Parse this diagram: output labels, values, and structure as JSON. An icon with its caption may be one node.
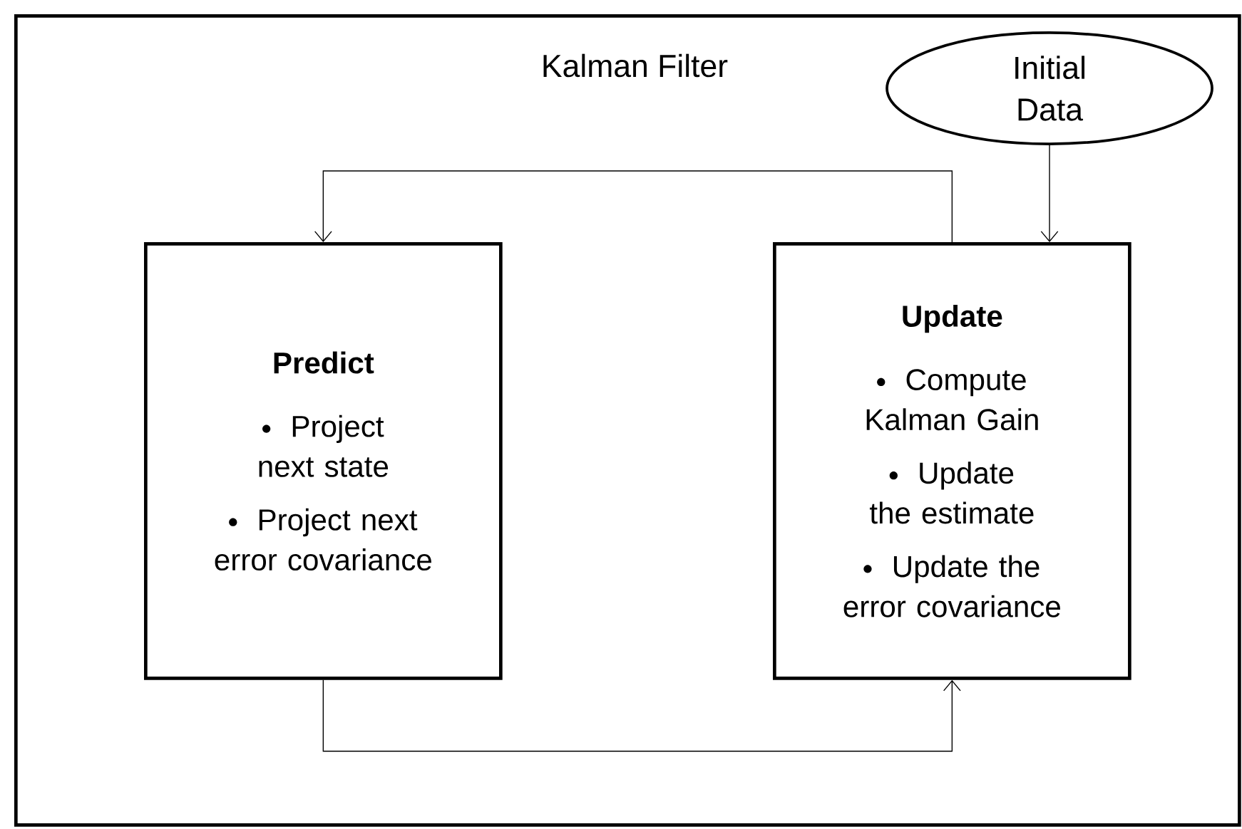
{
  "diagram": {
    "nodes": [
      {
        "text": [
          "Kalman Filter"
        ]
      },
      {
        "text": [
          "Initial Data"
        ],
        "in": 0
      },
      {
        "text": [
          "Predict",
          "Project next state",
          "Project next error covariance"
        ],
        "in": 0
      },
      {
        "text": [
          "Update",
          "Compute Kalman Gain",
          "Update the estimate",
          "Update the error covariance"
        ],
        "in": 0
      }
    ],
    "edges": [
      {
        "from": 1,
        "to": 3,
        "arrow": "to"
      },
      {
        "from": 3,
        "to": 2,
        "arrow": "to"
      },
      {
        "from": 2,
        "to": 3,
        "arrow": "to"
      }
    ]
  }
}
